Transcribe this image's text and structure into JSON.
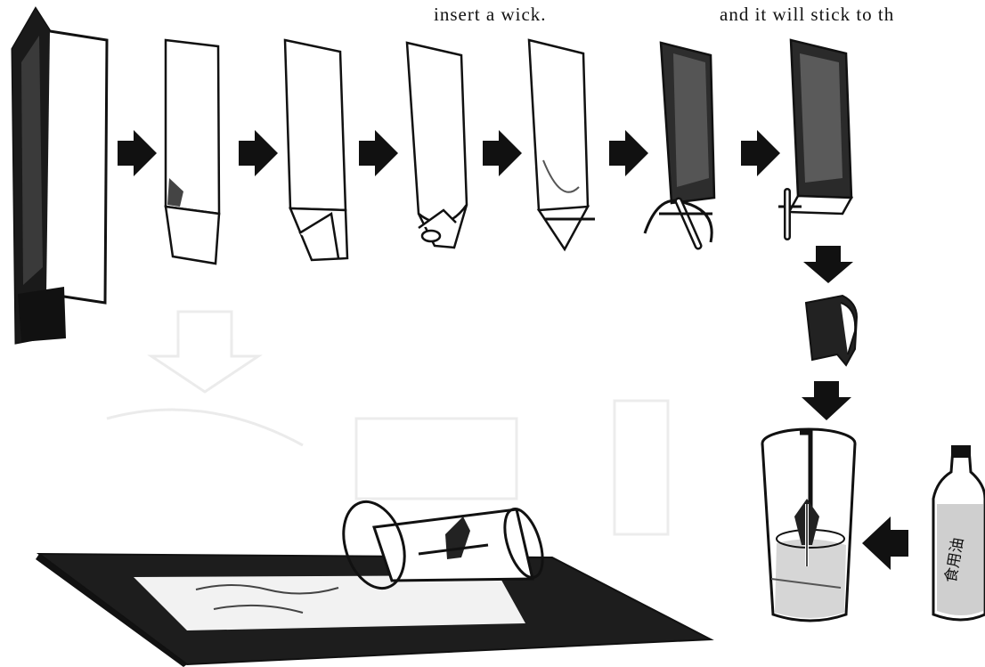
{
  "captions": {
    "top_middle": "insert a wick.",
    "top_right": "and it will stick to th"
  },
  "bottle_label": "食用油"
}
